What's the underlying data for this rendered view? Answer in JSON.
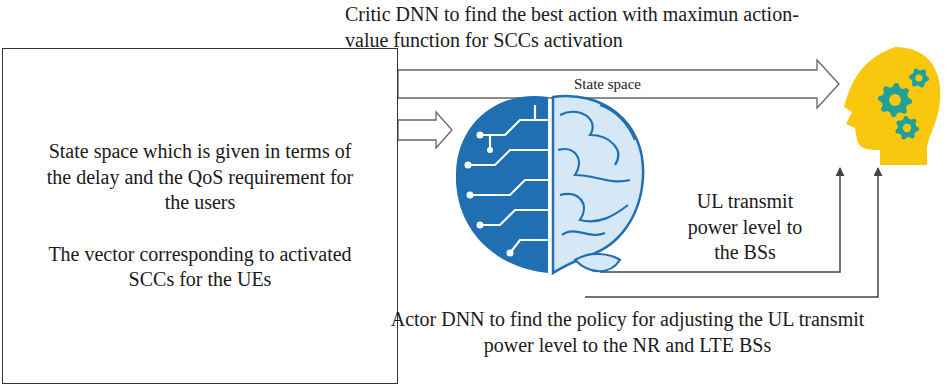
{
  "diagram": {
    "nodes": [
      {
        "text": [
          "State space which is given in terms of the delay and the QoS requirement for the users",
          "The vector corresponding to activated SCCs for the UEs"
        ]
      },
      {
        "text": [
          "Critic DNN to find the best action with maximun action-value function for SCCs activation"
        ]
      },
      {
        "text": [
          "Actor DNN to find the policy for adjusting the UL transmit power level to the NR and LTE BSs"
        ]
      }
    ],
    "edges": [
      {
        "from": 0,
        "to": 1,
        "arrow": "to",
        "label": "State space"
      },
      {
        "from": 0,
        "to": 2,
        "arrow": "to"
      },
      {
        "from": 2,
        "to": 1,
        "arrow": "to",
        "label": "UL transmit power level to the BSs"
      },
      {
        "from": 2,
        "to": 1,
        "arrow": "to"
      }
    ]
  }
}
